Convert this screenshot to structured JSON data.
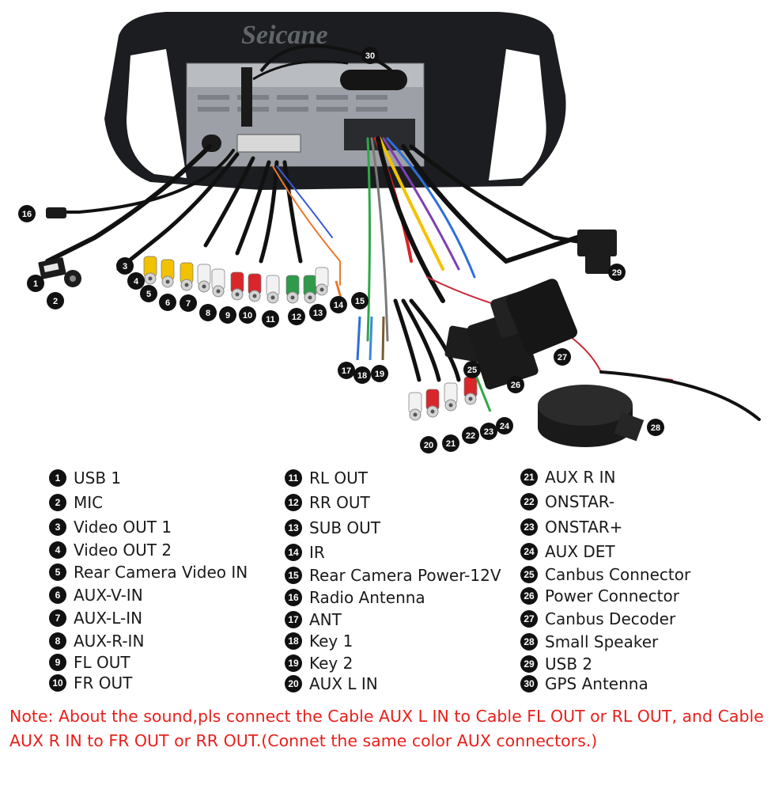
{
  "watermark": "Seicane",
  "callouts": [
    "1",
    "2",
    "3",
    "4",
    "5",
    "6",
    "7",
    "8",
    "9",
    "10",
    "11",
    "12",
    "13",
    "14",
    "15",
    "16",
    "17",
    "18",
    "19",
    "20",
    "21",
    "22",
    "23",
    "24",
    "25",
    "26",
    "27",
    "28",
    "29",
    "30"
  ],
  "legend": [
    {
      "num": "1",
      "label": "USB 1"
    },
    {
      "num": "2",
      "label": "MIC"
    },
    {
      "num": "3",
      "label": "Video OUT 1"
    },
    {
      "num": "4",
      "label": "Video OUT 2"
    },
    {
      "num": "5",
      "label": "Rear Camera Video IN"
    },
    {
      "num": "6",
      "label": "AUX-V-IN"
    },
    {
      "num": "7",
      "label": "AUX-L-IN"
    },
    {
      "num": "8",
      "label": "AUX-R-IN"
    },
    {
      "num": "9",
      "label": "FL OUT"
    },
    {
      "num": "10",
      "label": "FR OUT"
    },
    {
      "num": "11",
      "label": "RL OUT"
    },
    {
      "num": "12",
      "label": "RR OUT"
    },
    {
      "num": "13",
      "label": "SUB OUT"
    },
    {
      "num": "14",
      "label": "IR"
    },
    {
      "num": "15",
      "label": "Rear Camera Power-12V"
    },
    {
      "num": "16",
      "label": "Radio Antenna"
    },
    {
      "num": "17",
      "label": "ANT"
    },
    {
      "num": "18",
      "label": "Key 1"
    },
    {
      "num": "19",
      "label": "Key 2"
    },
    {
      "num": "20",
      "label": "AUX L IN"
    },
    {
      "num": "21",
      "label": "AUX R IN"
    },
    {
      "num": "22",
      "label": "ONSTAR-"
    },
    {
      "num": "23",
      "label": "ONSTAR+"
    },
    {
      "num": "24",
      "label": "AUX DET"
    },
    {
      "num": "25",
      "label": "Canbus Connector"
    },
    {
      "num": "26",
      "label": "Power Connector"
    },
    {
      "num": "27",
      "label": "Canbus Decoder"
    },
    {
      "num": "28",
      "label": "Small Speaker"
    },
    {
      "num": "29",
      "label": "USB 2"
    },
    {
      "num": "30",
      "label": "GPS Antenna"
    }
  ],
  "note": "Note: About the sound,pls connect the Cable AUX L IN to Cable FL OUT or RL OUT, and Cable AUX R IN to FR OUT or RR OUT.(Connet the same color AUX connectors.)",
  "colors": {
    "note": "#e8201c",
    "badge": "#111111",
    "rca_yellow": "#f2c200",
    "rca_red": "#d8262a",
    "rca_white": "#f2f2f2",
    "rca_green": "#2e9a4a"
  }
}
